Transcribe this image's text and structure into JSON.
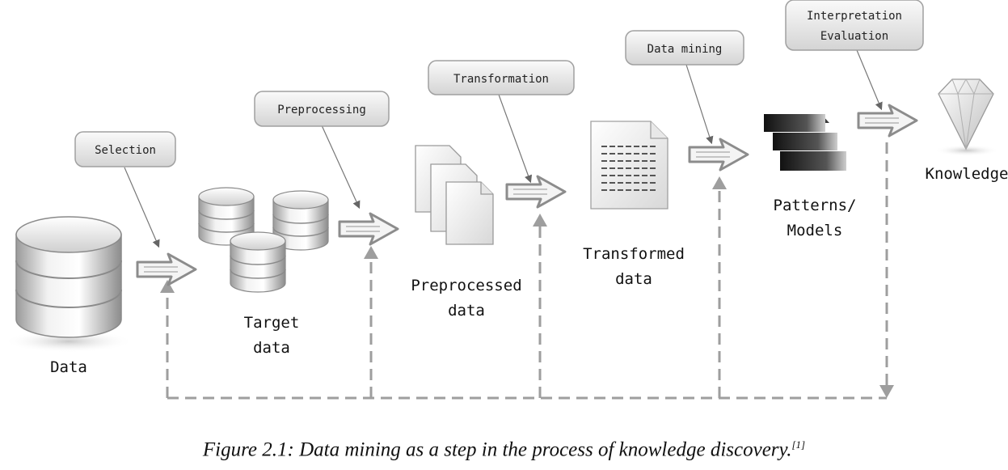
{
  "steps": {
    "selection": "Selection",
    "preprocessing": "Preprocessing",
    "transformation": "Transformation",
    "data_mining": "Data mining",
    "interpretation_line1": "Interpretation",
    "interpretation_line2": "Evaluation"
  },
  "nodes": {
    "data": "Data",
    "target_line1": "Target",
    "target_line2": "data",
    "preprocessed_line1": "Preprocessed",
    "preprocessed_line2": "data",
    "transformed_line1": "Transformed",
    "transformed_line2": "data",
    "patterns_line1": "Patterns/",
    "patterns_line2": "Models",
    "knowledge": "Knowledge"
  },
  "caption": {
    "text": "Figure 2.1: Data mining as a step in the process of knowledge discovery.",
    "ref": "[1]"
  },
  "icons": [
    "database-icon",
    "document-icon",
    "layers-icon",
    "diamond-icon",
    "arrow-icon"
  ]
}
